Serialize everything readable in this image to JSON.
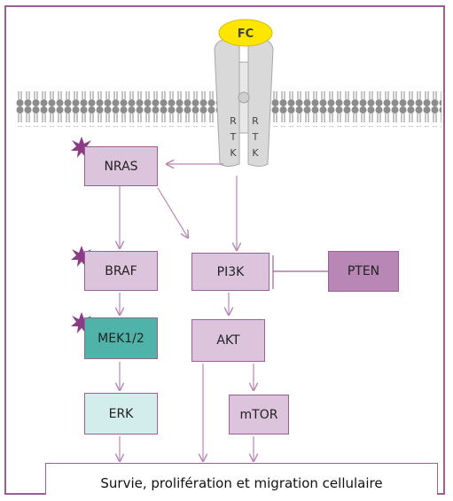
{
  "receptor": {
    "ligand_label": "FC",
    "rtk_letters": [
      "R",
      "T",
      "K"
    ]
  },
  "nodes": {
    "nras": "NRAS",
    "braf": "BRAF",
    "mek": "MEK1/2",
    "erk": "ERK",
    "pi3k": "PI3K",
    "pten": "PTEN",
    "akt": "AKT",
    "mtor": "mTOR"
  },
  "outcome": "Survie, prolifération et migration cellulaire",
  "colors": {
    "border": "#9b5f96",
    "node_fill": "#dcc4dc",
    "pten_fill": "#b887b5",
    "mek_fill": "#4fb3a9",
    "erk_fill": "#d3ecec",
    "ligand": "#ffe600",
    "mutation_star": "#8a3d86",
    "membrane": "#8c8c8c"
  },
  "mutation_markers": [
    "nras",
    "braf",
    "mek"
  ]
}
